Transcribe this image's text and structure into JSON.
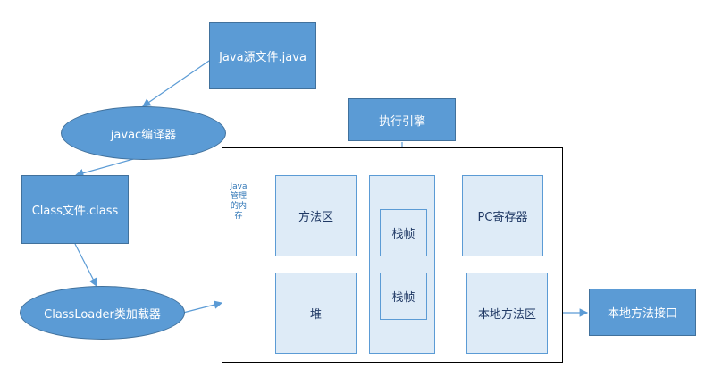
{
  "nodes": {
    "java_source": "Java源文件.java",
    "javac": "javac编译器",
    "class_file": "Class文件.class",
    "classloader": "ClassLoader类加载器",
    "exec_engine": "执行引擎",
    "jvm_label": "Java\n管理\n的内\n存",
    "method_area": "方法区",
    "heap": "堆",
    "stack_frame_1": "栈帧",
    "stack_frame_2": "栈帧",
    "pc_register": "PC寄存器",
    "native_method_area": "本地方法区",
    "native_interface": "本地方法接口"
  },
  "colors": {
    "box_fill": "#5b9bd5",
    "inner_fill": "#deebf7",
    "arrow": "#5b9bd5"
  }
}
